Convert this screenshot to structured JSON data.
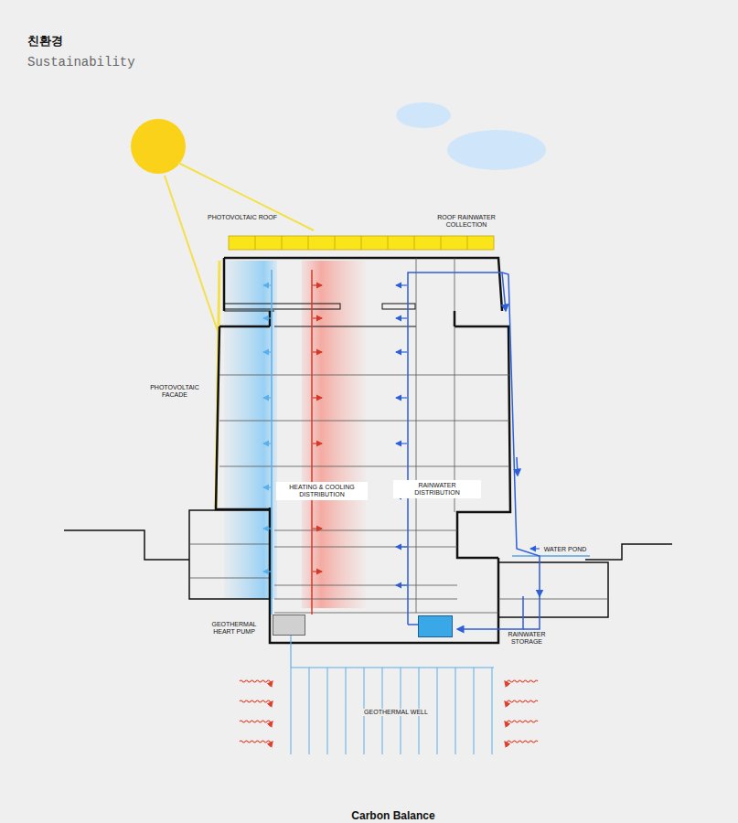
{
  "diagram": {
    "title": "친환경",
    "caption": "Carbon Balance",
    "nodes": [
      {
        "text": [
          "GEOTHERMAL HEART PUMP"
        ]
      },
      {
        "text": [
          "RAINWATER STORAGE"
        ]
      }
    ],
    "labels": [
      "Sustainability",
      "PHOTOVOLTAIC ROOF",
      "ROOF RAINWATER COLLECTION",
      "PHOTOVOLTAIC FACADE",
      "HEATING & COOLING DISTRIBUTION",
      "RAINWATER DISTRIBUTION",
      "WATER POND",
      "GEOTHERMAL WELL"
    ]
  }
}
